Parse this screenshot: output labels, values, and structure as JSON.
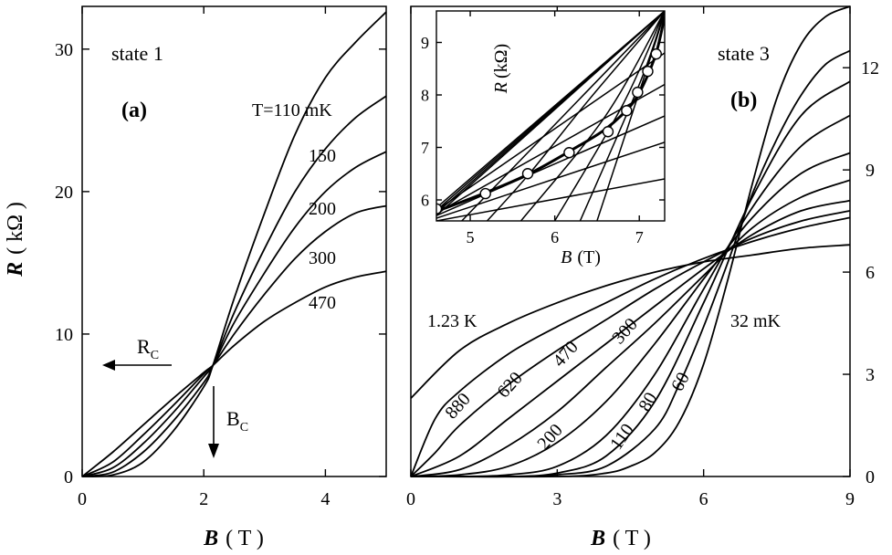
{
  "colors": {
    "ink": "#000000",
    "background": "#ffffff",
    "marker_fill": "#ffffff"
  },
  "chart_data": [
    {
      "id": "a",
      "type": "line",
      "panel_label": "(a)",
      "state_label": "state 1",
      "xlabel_var": "B",
      "xlabel_unit": "( T )",
      "ylabel_var": "R",
      "ylabel_unit": "( kΩ )",
      "xlim": [
        0,
        5
      ],
      "ylim": [
        0,
        33
      ],
      "xticks": [
        0,
        2,
        4
      ],
      "yticks": [
        0,
        10,
        20,
        30
      ],
      "crossing": {
        "x": 2.15,
        "y": 7.8
      },
      "annotations": {
        "rc": {
          "text": "R",
          "sub": "C"
        },
        "bc": {
          "text": "B",
          "sub": "C"
        }
      },
      "series": [
        {
          "label": "T=110 mK",
          "x": [
            0,
            0.5,
            1.0,
            1.5,
            2.0,
            2.15,
            2.5,
            3.0,
            3.5,
            4.0,
            4.5,
            5.0
          ],
          "y": [
            0,
            0.1,
            1.0,
            3.2,
            6.3,
            7.8,
            12.5,
            18.5,
            24.0,
            28.0,
            30.5,
            32.6
          ]
        },
        {
          "label": "150",
          "x": [
            0,
            0.5,
            1.0,
            1.5,
            2.0,
            2.15,
            2.5,
            3.0,
            3.5,
            4.0,
            4.5,
            5.0
          ],
          "y": [
            0,
            0.3,
            1.7,
            3.9,
            6.6,
            7.8,
            11.5,
            16.0,
            20.0,
            23.0,
            25.2,
            26.7
          ]
        },
        {
          "label": "200",
          "x": [
            0,
            0.5,
            1.0,
            1.5,
            2.0,
            2.15,
            2.5,
            3.0,
            3.5,
            4.0,
            4.5,
            5.0
          ],
          "y": [
            0,
            0.6,
            2.3,
            4.5,
            7.0,
            7.8,
            10.8,
            14.3,
            17.5,
            20.0,
            21.7,
            22.8
          ]
        },
        {
          "label": "300",
          "x": [
            0,
            0.5,
            1.0,
            1.5,
            2.0,
            2.15,
            2.5,
            3.0,
            3.5,
            4.0,
            4.5,
            5.0
          ],
          "y": [
            0,
            1.0,
            2.9,
            5.0,
            7.2,
            7.8,
            10.0,
            12.8,
            15.3,
            17.2,
            18.5,
            19.0
          ]
        },
        {
          "label": "470",
          "x": [
            0,
            0.5,
            1.0,
            1.5,
            2.0,
            2.15,
            2.5,
            3.0,
            3.5,
            4.0,
            4.5,
            5.0
          ],
          "y": [
            0,
            1.7,
            3.6,
            5.5,
            7.3,
            7.8,
            9.2,
            10.9,
            12.2,
            13.3,
            14.0,
            14.4
          ]
        }
      ]
    },
    {
      "id": "b",
      "type": "line",
      "panel_label": "(b)",
      "state_label": "state 3",
      "xlabel_var": "B",
      "xlabel_unit": "( T )",
      "xlim": [
        0,
        9
      ],
      "ylim": [
        0,
        13.8
      ],
      "xticks": [
        0,
        3,
        6,
        9
      ],
      "yticks": [
        0,
        3,
        6,
        9,
        12
      ],
      "curve_labels": [
        "1.23 K",
        "880",
        "620",
        "470",
        "300",
        "200",
        "110",
        "80",
        "60",
        "32 mK"
      ],
      "series": [
        {
          "x": [
            0,
            1,
            2,
            3,
            4,
            5,
            6,
            7,
            8,
            9
          ],
          "y": [
            2.3,
            3.7,
            4.5,
            5.1,
            5.6,
            6.0,
            6.3,
            6.5,
            6.7,
            6.8
          ]
        },
        {
          "x": [
            0,
            0.5,
            1,
            2,
            3,
            4,
            5,
            6,
            7,
            8,
            9
          ],
          "y": [
            0,
            1.7,
            2.5,
            3.6,
            4.4,
            5.1,
            5.8,
            6.4,
            6.9,
            7.3,
            7.6
          ]
        },
        {
          "x": [
            0,
            0.5,
            1,
            2,
            3,
            4,
            5,
            6,
            7,
            8,
            9
          ],
          "y": [
            0,
            0.7,
            1.5,
            2.7,
            3.7,
            4.6,
            5.5,
            6.3,
            7.0,
            7.5,
            7.8
          ]
        },
        {
          "x": [
            0,
            1,
            2,
            3,
            4,
            5,
            6,
            7,
            8,
            9
          ],
          "y": [
            0,
            0.6,
            1.7,
            2.8,
            3.9,
            5.0,
            6.1,
            7.1,
            7.8,
            8.1
          ]
        },
        {
          "x": [
            0,
            1,
            2,
            3,
            4,
            5,
            6,
            7,
            8,
            9
          ],
          "y": [
            0,
            0.2,
            0.9,
            1.9,
            3.2,
            4.5,
            5.9,
            7.3,
            8.2,
            8.7
          ]
        },
        {
          "x": [
            0,
            1,
            2,
            3,
            4,
            5,
            6,
            7,
            8,
            9
          ],
          "y": [
            0,
            0.05,
            0.3,
            1.0,
            2.2,
            3.9,
            5.8,
            7.6,
            8.9,
            9.5
          ]
        },
        {
          "x": [
            0,
            1,
            2,
            3,
            4,
            5,
            6,
            7,
            8,
            9
          ],
          "y": [
            0,
            0,
            0.05,
            0.3,
            1.2,
            3.0,
            5.5,
            7.9,
            9.7,
            10.6
          ]
        },
        {
          "x": [
            0,
            1,
            2,
            3,
            4,
            5,
            6,
            7,
            8,
            9
          ],
          "y": [
            0,
            0,
            0,
            0.1,
            0.6,
            2.2,
            5.1,
            8.2,
            10.6,
            11.6
          ]
        },
        {
          "x": [
            0,
            2,
            3,
            4,
            5,
            5.5,
            6,
            6.5,
            7,
            7.5,
            8,
            8.5,
            9
          ],
          "y": [
            0,
            0,
            0.05,
            0.3,
            1.4,
            2.7,
            4.4,
            6.3,
            8.3,
            9.9,
            11.2,
            12.1,
            12.5
          ]
        },
        {
          "x": [
            0,
            3,
            4,
            4.5,
            5,
            5.5,
            6,
            6.5,
            7,
            7.5,
            8,
            8.5,
            9
          ],
          "y": [
            0,
            0,
            0.1,
            0.3,
            0.7,
            1.6,
            3.3,
            5.8,
            8.6,
            11.1,
            12.7,
            13.5,
            13.8
          ]
        }
      ]
    },
    {
      "id": "inset",
      "type": "line",
      "xlabel_var": "B",
      "xlabel_unit": "(T)",
      "ylabel_var": "R",
      "ylabel_unit": "(kΩ)",
      "xlim": [
        4.6,
        7.3
      ],
      "ylim": [
        5.6,
        9.6
      ],
      "xticks": [
        5,
        6,
        7
      ],
      "yticks": [
        6,
        7,
        8,
        9
      ],
      "series": [
        {
          "x": [
            4.6,
            7.3
          ],
          "y": [
            5.6,
            6.4
          ]
        },
        {
          "x": [
            4.6,
            7.3
          ],
          "y": [
            5.65,
            7.1
          ]
        },
        {
          "x": [
            4.6,
            7.3
          ],
          "y": [
            5.7,
            7.6
          ]
        },
        {
          "x": [
            4.6,
            7.3
          ],
          "y": [
            5.75,
            8.2
          ]
        },
        {
          "x": [
            4.6,
            7.3
          ],
          "y": [
            5.8,
            8.8
          ]
        },
        {
          "x": [
            4.6,
            7.3
          ],
          "y": [
            5.85,
            9.6
          ]
        },
        {
          "x": [
            4.6,
            7.3
          ],
          "y": [
            5.8,
            9.6
          ]
        },
        {
          "x": [
            4.6,
            7.3
          ],
          "y": [
            5.75,
            9.6
          ]
        },
        {
          "x": [
            4.6,
            7.3
          ],
          "y": [
            5.7,
            9.6
          ]
        },
        {
          "x": [
            4.9,
            7.3
          ],
          "y": [
            5.6,
            9.6
          ]
        },
        {
          "x": [
            5.2,
            5.7,
            6.4,
            7.3
          ],
          "y": [
            5.6,
            6.5,
            7.9,
            9.6
          ]
        },
        {
          "x": [
            5.6,
            6.6,
            7.3
          ],
          "y": [
            5.6,
            7.6,
            9.6
          ]
        },
        {
          "x": [
            6.0,
            6.8,
            7.3
          ],
          "y": [
            5.6,
            7.8,
            9.6
          ]
        },
        {
          "x": [
            6.3,
            7.0,
            7.3
          ],
          "y": [
            5.6,
            8.2,
            9.6
          ]
        },
        {
          "x": [
            6.5,
            7.15,
            7.3
          ],
          "y": [
            5.6,
            8.8,
            9.6
          ]
        }
      ],
      "points": {
        "x": [
          4.6,
          5.18,
          5.68,
          6.17,
          6.63,
          6.85,
          6.98,
          7.1,
          7.2
        ],
        "y": [
          5.83,
          6.12,
          6.5,
          6.9,
          7.3,
          7.7,
          8.05,
          8.45,
          8.78
        ]
      },
      "fit": {
        "x": [
          4.6,
          5.2,
          5.7,
          6.2,
          6.6,
          6.9,
          7.05,
          7.2,
          7.3
        ],
        "y": [
          5.78,
          6.15,
          6.5,
          6.95,
          7.35,
          7.8,
          8.2,
          8.8,
          9.5
        ]
      }
    }
  ]
}
